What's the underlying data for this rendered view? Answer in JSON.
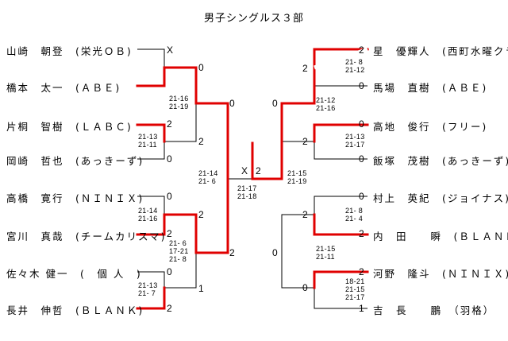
{
  "title": "男子シングルス３部",
  "players_left": [
    "山崎　朝登　(栄光ＯＢ)",
    "橋本　太一　(ＡＢＥ)",
    "片桐　智樹　(ＬＡＢＣ)",
    "岡崎　哲也　(あっきーず)",
    "高橋　寛行　(ＮＩＮＩＸ)",
    "宮川　真哉　(チームカリスマ)",
    "佐々木 健一　(　個 人　)",
    "長井　伸哲　(ＢＬＡＮＫ)"
  ],
  "players_right": [
    "星　優輝人　(西町水曜クラブ)",
    "馬場　直樹　(ＡＢＥ)",
    "高地　俊行　(フリー)",
    "飯塚　茂樹　(あっきーず)",
    "村上　英紀　(ジョイナス)",
    "内　田　　瞬　(ＢＬＡＮＫ)",
    "河野　隆斗　(ＮＩＮＩＸ)",
    "吉　長　　鵬　（羽格）"
  ],
  "scores": [
    "X",
    "0",
    "0",
    "2",
    "2",
    "0",
    "0",
    "2",
    "2",
    "1",
    "2",
    "0",
    "2",
    "2",
    "2",
    "0",
    "2",
    "0",
    "0",
    "2",
    "2",
    "1",
    "2",
    "0",
    "2",
    "0"
  ],
  "game_scores": [
    "21-16\n21-19",
    "21-13\n21-11",
    "21-14\n21- 6",
    "21-14\n21-16",
    "21- 6\n17-21\n21- 8",
    "21-13\n21- 7",
    "21-17\n21-18",
    "21- 8\n21-12",
    "21-12\n21-16",
    "21-13\n21-17",
    "21-15\n21-19",
    "21- 8\n21- 4",
    "21-15\n21-11",
    "18-21\n21-15\n21-17"
  ]
}
